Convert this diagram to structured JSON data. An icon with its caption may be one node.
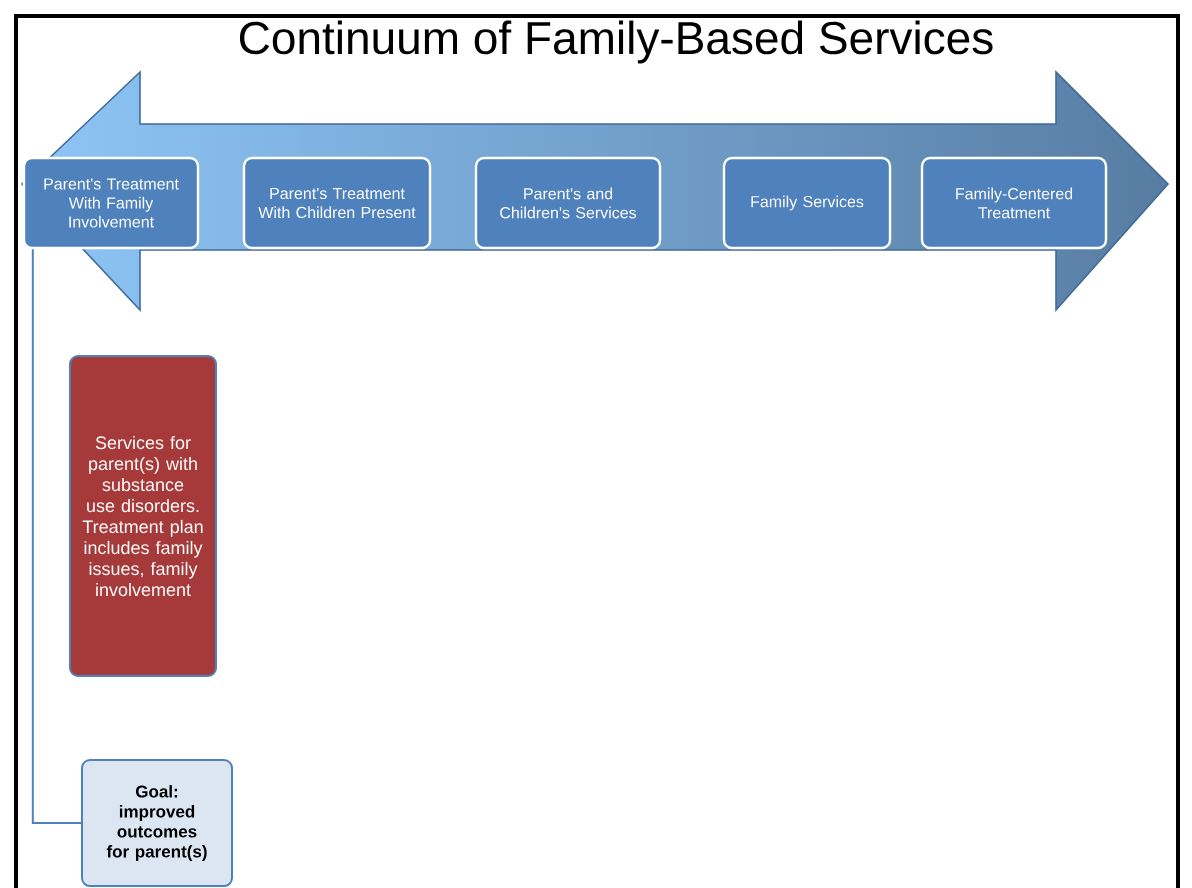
{
  "diagram": {
    "title": "Continuum of Family-Based Services",
    "nodes": [
      {
        "text": [],
        "shape": "arrow"
      },
      {
        "text": [
          "Parent's Treatment With Family Involvement"
        ],
        "in": 0
      },
      {
        "text": [
          "Parent's Treatment With Children Present"
        ],
        "in": 0
      },
      {
        "text": [
          "Parent's and Children's Services"
        ],
        "in": 0
      },
      {
        "text": [
          "Family Services"
        ],
        "in": 0
      },
      {
        "text": [
          "Family-Centered Treatment"
        ],
        "in": 0
      },
      {
        "text": [
          "Services for parent(s) with substance use disorders. Treatment plan includes family issues, family involvement"
        ]
      },
      {
        "text": [
          "Goal: improved outcomes for parent(s)"
        ]
      }
    ],
    "edges": [
      {
        "from": 1,
        "to": 7,
        "arrow": "none"
      }
    ]
  }
}
